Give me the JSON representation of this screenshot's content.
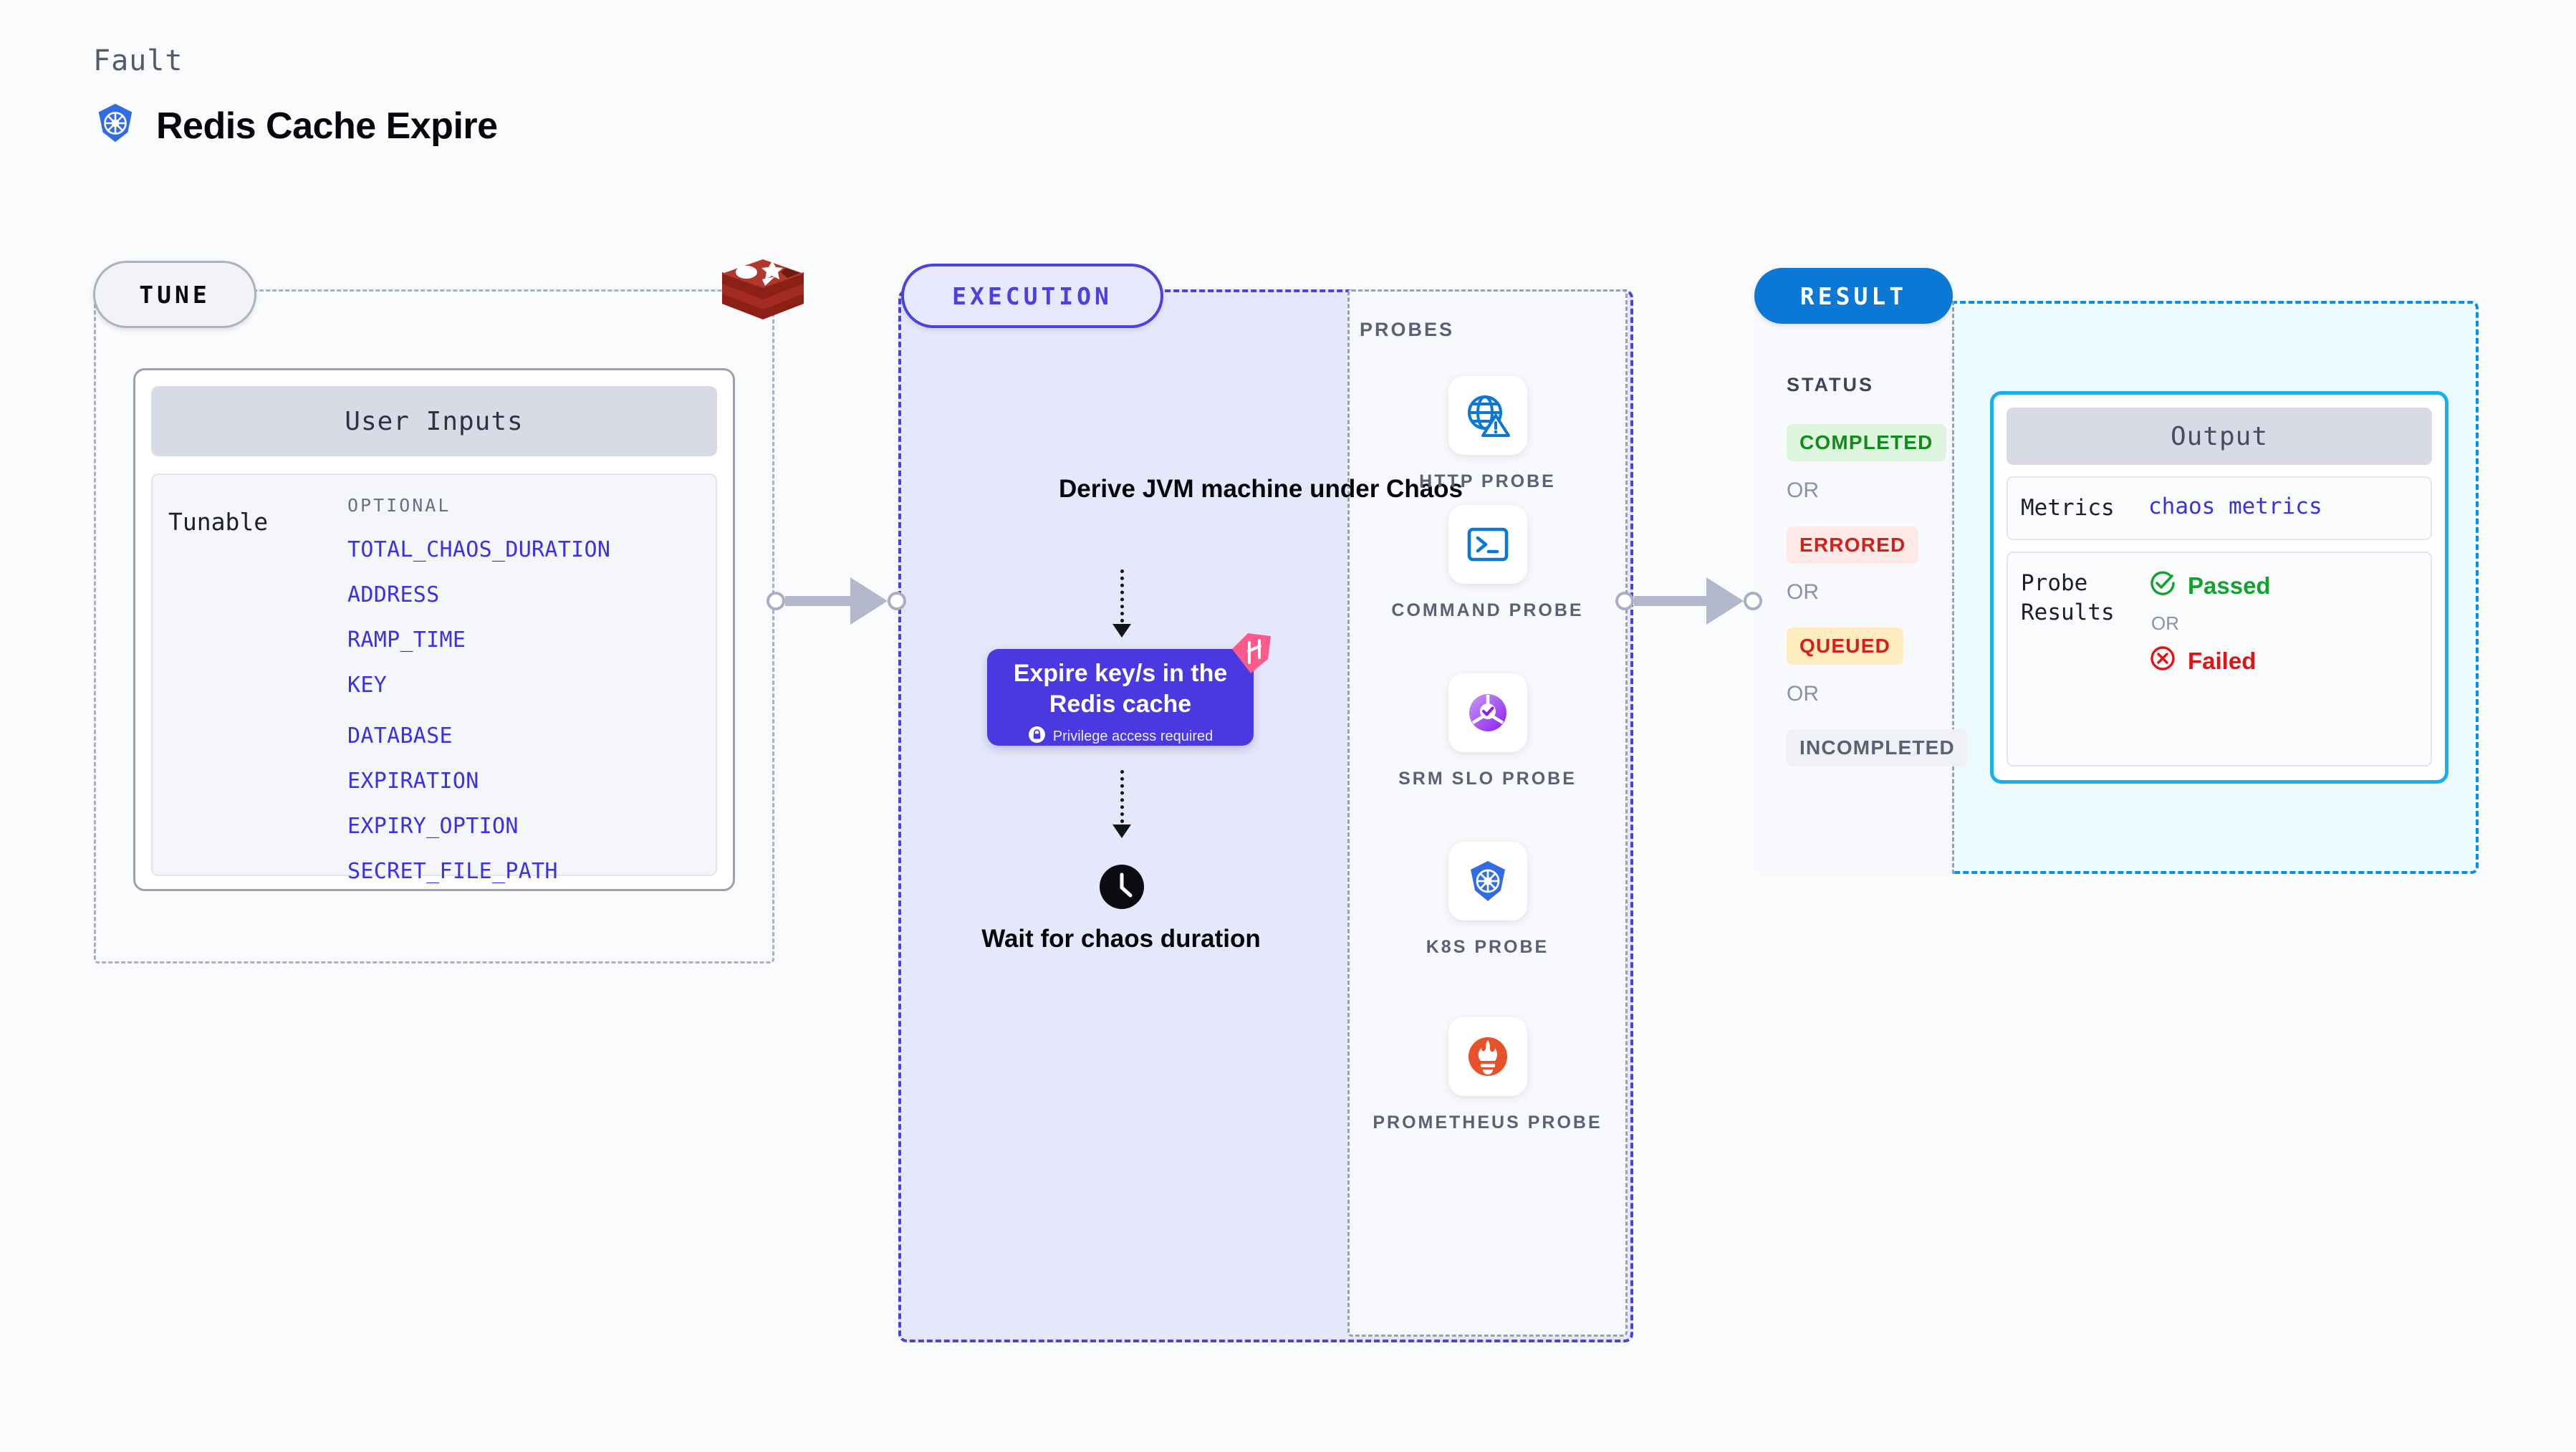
{
  "header": {
    "fault_label": "Fault",
    "title": "Redis Cache Expire",
    "icon": "kubernetes-icon"
  },
  "tune": {
    "pill_label": "TUNE",
    "target_icon": "redis-logo",
    "user_inputs_title": "User Inputs",
    "tunable_label": "Tunable",
    "optional_label": "OPTIONAL",
    "tunables": [
      {
        "name": "TOTAL_CHAOS_DURATION",
        "gap_before": false
      },
      {
        "name": "ADDRESS",
        "gap_before": false
      },
      {
        "name": "RAMP_TIME",
        "gap_before": false
      },
      {
        "name": "KEY",
        "gap_before": false
      },
      {
        "name": "DATABASE",
        "gap_before": true
      },
      {
        "name": "EXPIRATION",
        "gap_before": false
      },
      {
        "name": "EXPIRY_OPTION",
        "gap_before": false
      },
      {
        "name": "SECRET_FILE_PATH",
        "gap_before": false
      }
    ]
  },
  "execution": {
    "pill_label": "EXECUTION",
    "step_derive": "Derive JVM machine under Chaos",
    "action_card": {
      "title": "Expire key/s in the Redis cache",
      "privilege_note": "Privilege access required",
      "lock_icon": "lock-icon",
      "ribbon_icon": "harness-ribbon-icon"
    },
    "step_wait": "Wait for chaos duration",
    "wait_icon": "clock-icon"
  },
  "probes": {
    "section_label": "PROBES",
    "items": [
      {
        "label": "HTTP PROBE",
        "icon": "globe-warning-icon",
        "color": "#0a78d4"
      },
      {
        "label": "COMMAND PROBE",
        "icon": "terminal-icon",
        "color": "#0a78d4"
      },
      {
        "label": "SRM SLO PROBE",
        "icon": "slo-donut-check-icon",
        "color": "#9933f0"
      },
      {
        "label": "K8S PROBE",
        "icon": "kubernetes-icon",
        "color": "#326ce5"
      },
      {
        "label": "PROMETHEUS PROBE",
        "icon": "prometheus-flame-icon",
        "color": "#e6522c"
      }
    ]
  },
  "result": {
    "pill_label": "RESULT",
    "status_label": "STATUS",
    "or_label": "OR",
    "statuses": [
      {
        "label": "COMPLETED",
        "bg": "#ddf5df",
        "fg": "#138a1c"
      },
      {
        "label": "ERRORED",
        "bg": "#fde9e7",
        "fg": "#d3211a"
      },
      {
        "label": "QUEUED",
        "bg": "#fdecc0",
        "fg": "#d3211a"
      },
      {
        "label": "INCOMPLETED",
        "bg": "#f0f1f6",
        "fg": "#5b6174"
      }
    ],
    "output": {
      "title": "Output",
      "metrics_key": "Metrics",
      "metrics_value": "chaos metrics",
      "probe_results_key": "Probe Results",
      "passed_label": "Passed",
      "failed_label": "Failed",
      "or_label": "OR",
      "passed_icon": "check-circle-icon",
      "failed_icon": "x-circle-icon"
    }
  },
  "colors": {
    "accent_indigo": "#4a38e0",
    "accent_blue": "#0a78d4",
    "accent_cyan": "#17b0ea",
    "redis_red": "#a32b22",
    "ribbon_pink": "#fb5a8c"
  }
}
